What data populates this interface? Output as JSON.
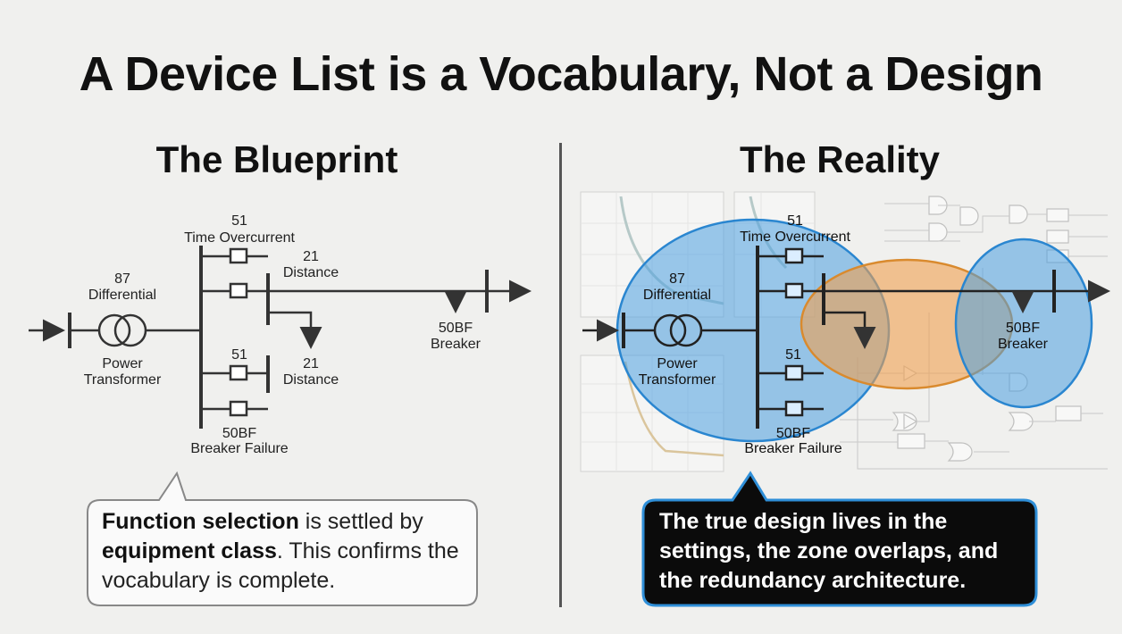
{
  "title": "A Device List is a Vocabulary, Not a Design",
  "left_panel": {
    "heading": "The Blueprint",
    "labels": {
      "to51_num": "51",
      "to51_name": "Time Overcurrent",
      "diff_num": "87",
      "diff_name": "Differential",
      "dist_top_num": "21",
      "dist_top_name": "Distance",
      "bf_right_num": "50BF",
      "bf_right_name": "Breaker",
      "xfmr_line1": "Power",
      "xfmr_line2": "Transformer",
      "oc_low_num": "51",
      "dist_low_num": "21",
      "dist_low_name": "Distance",
      "bf_low_num": "50BF",
      "bf_low_name": "Breaker Failure"
    },
    "callout": {
      "b1": "Function selection",
      "t1": " is settled by ",
      "b2": "equipment class",
      "t2": ". This confirms the vocabulary is complete."
    }
  },
  "right_panel": {
    "heading": "The Reality",
    "labels": {
      "to51_num": "51",
      "to51_name": "Time Overcurrent",
      "diff_num": "87",
      "diff_name": "Differential",
      "bf_right_num": "50BF",
      "bf_right_name": "Breaker",
      "xfmr_line1": "Power",
      "xfmr_line2": "Transformer",
      "oc_low_num": "51",
      "bf_low_num": "50BF",
      "bf_low_name": "Breaker Failure"
    },
    "callout": {
      "text": "The true design lives in the settings, the zone overlaps, and the redundancy architecture."
    }
  },
  "colors": {
    "blue_zone": "#4a9fe0",
    "orange_zone": "#f0a050",
    "dark_callout": "#0b0b0b",
    "callout_border": "#2f8fd8"
  }
}
